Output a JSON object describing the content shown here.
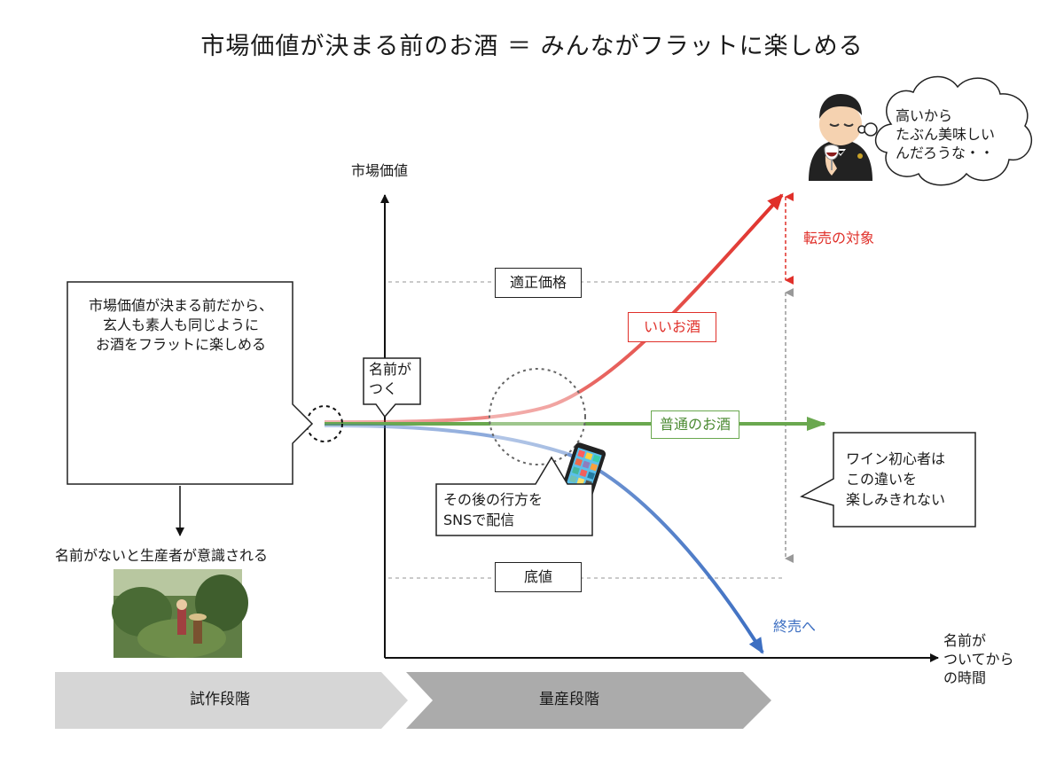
{
  "title": "市場価値が決まる前のお酒 ＝ みんながフラットに楽しめる",
  "axes": {
    "y_label": "市場価値",
    "x_label": "名前が\nついてから\nの時間"
  },
  "levels": {
    "upper": "適正価格",
    "lower": "底値"
  },
  "naming": {
    "label": "名前が\nつく"
  },
  "curves": {
    "good": {
      "label": "いいお酒",
      "color": "#e0302a"
    },
    "normal": {
      "label": "普通のお酒",
      "color": "#6aa84f"
    },
    "poor": {
      "label": "終売へ",
      "color": "#3d6fc2"
    }
  },
  "resale": {
    "label": "転売の対象",
    "color": "#e0302a"
  },
  "sommelier": {
    "thought": "高いから\nたぶん美味しい\nんだろうな・・"
  },
  "beginner": {
    "text": "ワイン初心者は\nこの違いを\n楽しみきれない"
  },
  "sns": {
    "text": "その後の行方を\nSNSで配信"
  },
  "prototype_note": {
    "text": "市場価値が決まる前だから、\n玄人も素人も同じように\nお酒をフラットに楽しめる"
  },
  "producer_note": {
    "text": "名前がないと生産者が意識される"
  },
  "stages": [
    {
      "label": "試作段階"
    },
    {
      "label": "量産段階"
    }
  ],
  "colors": {
    "arrow_gray": "#999999",
    "stage_prototype": "#d6d6d6",
    "stage_production": "#ababab"
  }
}
